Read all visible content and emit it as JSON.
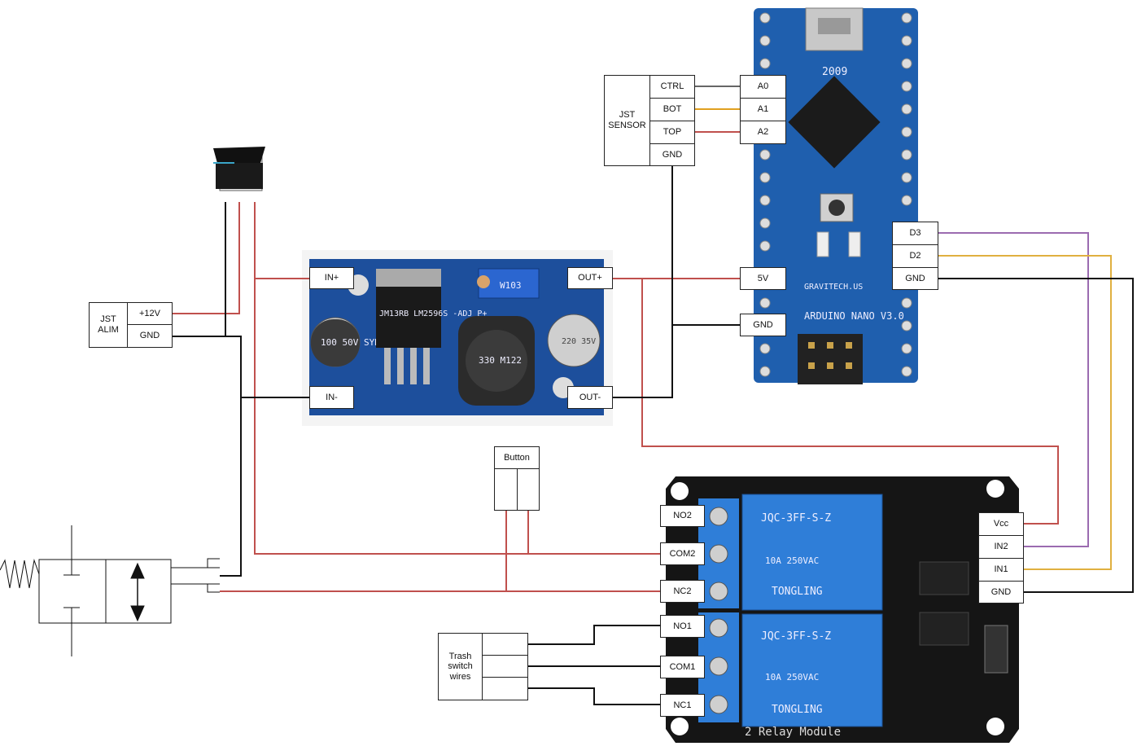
{
  "colors": {
    "red": "#c0504d",
    "black": "#111111",
    "gray": "#666666",
    "orange": "#e0a020",
    "purple": "#9b6bb0",
    "yellow": "#e0b040",
    "board_blue": "#1f5fae",
    "relay_black": "#151515",
    "relay_blue": "#2f7ed8"
  },
  "pins": {
    "jst_alim": {
      "title": "JST ALIM",
      "p12v": "+12V",
      "gnd": "GND"
    },
    "jst_sensor": {
      "title": "JST SENSOR",
      "ctrl": "CTRL",
      "bot": "BOT",
      "top": "TOP",
      "gnd": "GND"
    },
    "nano": {
      "a0": "A0",
      "a1": "A1",
      "a2": "A2",
      "v5": "5V",
      "gnd_left": "GND",
      "d3": "D3",
      "d2": "D2",
      "gnd_right": "GND"
    },
    "buck": {
      "in_plus": "IN+",
      "in_minus": "IN-",
      "out_plus": "OUT+",
      "out_minus": "OUT-"
    },
    "relay_module": {
      "no2": "NO2",
      "com2": "COM2",
      "nc2": "NC2",
      "no1": "NO1",
      "com1": "COM1",
      "nc1": "NC1",
      "vcc": "Vcc",
      "in2": "IN2",
      "in1": "IN1",
      "gnd": "GND"
    },
    "button": {
      "title": "Button"
    },
    "trash": {
      "title": "Trash switch wires"
    }
  },
  "board_text": {
    "buck_chip": "JM13RB LM2596S -ADJ P+",
    "buck_cap1": "100 50V SYK",
    "buck_cap2": "220 35V",
    "buck_pot": "W103",
    "buck_inductor": "330 M122",
    "nano_name": "ARDUINO NANO V3.0",
    "nano_brand": "GRAVITECH.US",
    "nano_year": "2009",
    "relay_brand": "TONGLING",
    "relay_model": "JQC-3FF-S-Z",
    "relay_module_name": "2 Relay Module",
    "relay_rating": "10A 250VAC"
  }
}
